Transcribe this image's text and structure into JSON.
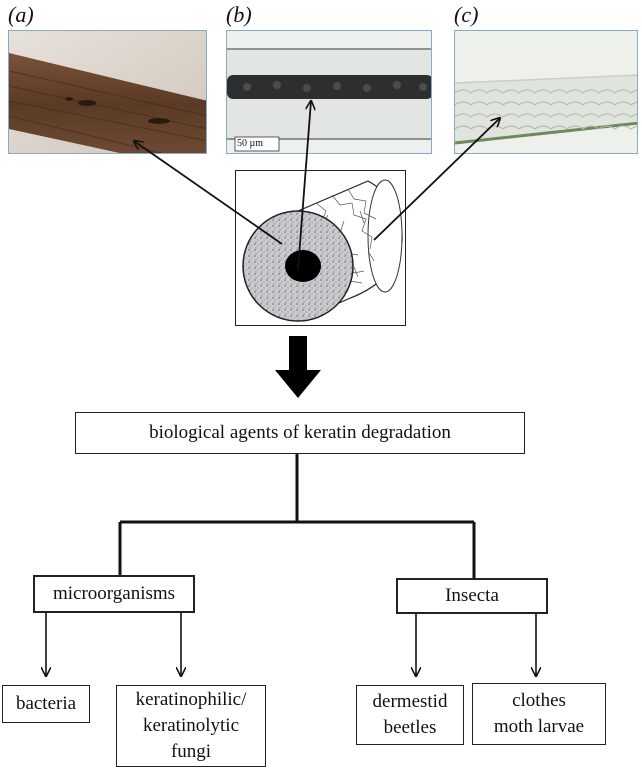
{
  "panels": {
    "a": "(a)",
    "b": "(b)",
    "c": "(c)"
  },
  "scale_bar_label": "50 µm",
  "root": "biological agents of keratin degradation",
  "groups": {
    "microorganisms": "microorganisms",
    "insecta": "Insecta"
  },
  "leaves": {
    "bacteria": "bacteria",
    "fungi_line1": "keratinophilic/",
    "fungi_line2": "keratinolytic",
    "fungi_line3": "fungi",
    "dermestid_line1": "dermestid",
    "dermestid_line2": "beetles",
    "clothes_line1": "clothes",
    "clothes_line2": "moth larvae"
  }
}
